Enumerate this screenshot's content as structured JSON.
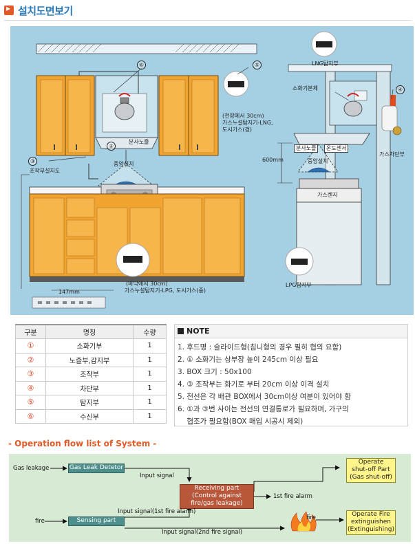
{
  "title": "설치도면보기",
  "drawing": {
    "labels": {
      "n5": "⑤",
      "n6": "⑥",
      "n2": "②",
      "n3": "③",
      "n4": "④",
      "bunsa_left": "분사노즐",
      "center_left": "중앙설치",
      "control_left": "조작부설치도",
      "ceiling_note": "(천장에서 30cm)",
      "ceiling_detector": "가스누설탐지기-LNG,",
      "ceiling_city": "도시가스(경)",
      "lng": "LNG탐지부",
      "extinguisher_body": "소화기본체",
      "bunsa_right": "분사노즐",
      "temp_sensor": "온도센서",
      "height_600": "600mm",
      "center_right": "중앙설치",
      "gas_shutoff": "가스차단부",
      "gas_range": "가스렌지",
      "floor_note": "(바닥에서 30cm)",
      "floor_detector": "가스누설탐지기-LPG, 도시가스(중)",
      "dim_147": "147mm",
      "lpg": "LPG탐지부"
    }
  },
  "table": {
    "headers": [
      "구분",
      "명칭",
      "수량"
    ],
    "rows": [
      {
        "mark": "①",
        "name": "소화기부",
        "qty": "1"
      },
      {
        "mark": "②",
        "name": "노즐부,감지부",
        "qty": "1"
      },
      {
        "mark": "③",
        "name": "조작부",
        "qty": "1"
      },
      {
        "mark": "④",
        "name": "차단부",
        "qty": "1"
      },
      {
        "mark": "⑤",
        "name": "탐지부",
        "qty": "1"
      },
      {
        "mark": "⑥",
        "name": "수신부",
        "qty": "1"
      }
    ]
  },
  "note": {
    "heading": "NOTE",
    "items": [
      "1. 후드명 : 슬라이드형(침니형의 경우 필히 협의 요함)",
      "2. ① 소화기는 상부장 높이 245cm 이상 필요",
      "3. BOX 크기 : 50x100",
      "4. ③ 조작부는 화기로 부터 20cm 이상 이격 설치",
      "5. 전선은 각 배관 BOX에서 30cm이상 여분이 있어야 함",
      "6. ①과 ③번 사이는 전선의 연결통로가 필요하며, 가구의",
      "    협조가 필요함(BOX 매입 시공시 제외)"
    ]
  },
  "flow": {
    "title": "- Operation flow list of System -",
    "gas_leakage": "Gas leakage",
    "gas_leak_detector": "Gas Leak Detetor",
    "input_signal": "Input signal",
    "receiving_1": "Receiving part",
    "receiving_2": "(Control against",
    "receiving_3": "fire/gas leakage)",
    "first_alarm": "1st fire alarm",
    "operate_shutoff_1": "Operate",
    "operate_shutoff_2": "shut-off Part",
    "operate_shutoff_3": "(Gas shut-off)",
    "fire_in": "fire",
    "sensing_part": "Sensing part",
    "input_signal_1st": "Input signal(1st fire alarm)",
    "input_signal_2nd": "Input signal(2nd fire signal)",
    "fire_out": "fire",
    "operate_fire_1": "Operate Fire",
    "operate_fire_2": "extinguishen",
    "operate_fire_3": "(Extinguishing)"
  }
}
